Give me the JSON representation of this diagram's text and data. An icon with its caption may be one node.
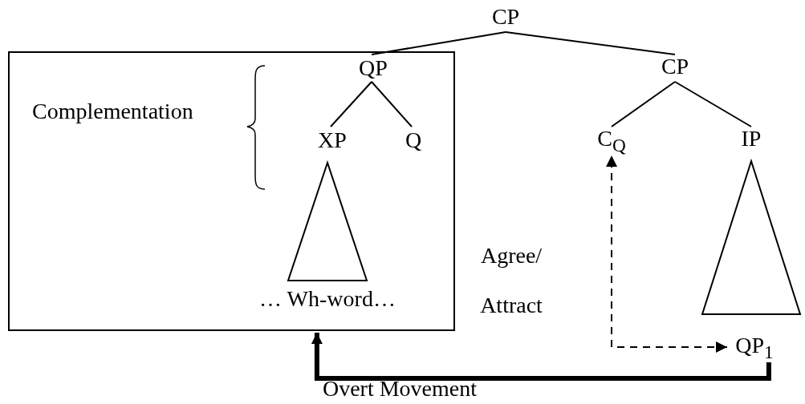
{
  "diagram": {
    "nodes": [
      {
        "text": [
          "CP"
        ]
      },
      {
        "text": [],
        "shape": "box"
      },
      {
        "text": [
          "QP"
        ],
        "in": 1
      },
      {
        "text": [
          "XP"
        ],
        "in": 1
      },
      {
        "text": [
          "Q"
        ],
        "in": 1
      },
      {
        "text": [
          "… Wh-word…"
        ],
        "in": 1
      },
      {
        "text": [
          "CP"
        ]
      },
      {
        "text": [
          "C$_{Q}$"
        ]
      },
      {
        "text": [
          "IP"
        ]
      },
      {
        "text": [],
        "shape": "triangle"
      },
      {
        "text": [
          "QP$_{1}$"
        ]
      }
    ],
    "edges": [
      {
        "from": 0,
        "to": 2,
        "arrow": "none"
      },
      {
        "from": 0,
        "to": 6,
        "arrow": "none"
      },
      {
        "from": 2,
        "to": 3,
        "arrow": "none"
      },
      {
        "from": 2,
        "to": 4,
        "arrow": "none"
      },
      {
        "from": 6,
        "to": 7,
        "arrow": "none"
      },
      {
        "from": 6,
        "to": 8,
        "arrow": "none"
      },
      {
        "from": 10,
        "to": 7,
        "arrow": "both",
        "style": "dashed",
        "label": "Agree/ Attract"
      },
      {
        "from": 10,
        "to": 1,
        "arrow": "to",
        "style": "thick",
        "label": "Overt Movement"
      }
    ],
    "labels": [
      "Complementation"
    ]
  }
}
